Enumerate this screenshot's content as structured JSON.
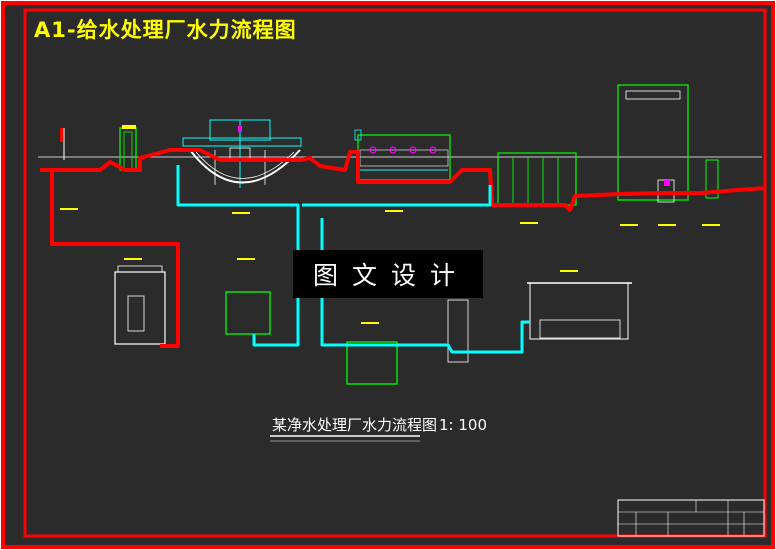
{
  "drawing": {
    "sheet_title": "A1-给水处理厂水力流程图",
    "watermark_text": "图文设计",
    "main_caption": "某净水处理厂水力流程图",
    "scale_label": "1: 100"
  },
  "colors": {
    "background": "#2b2b2b",
    "frame": "#ff0000",
    "water_line_red": "#ff0000",
    "pipe_cyan": "#00ffff",
    "structure_white": "#ffffff",
    "structure_green": "#00ff00",
    "annotation_yellow": "#ffff00",
    "accent_magenta": "#ff00ff"
  }
}
